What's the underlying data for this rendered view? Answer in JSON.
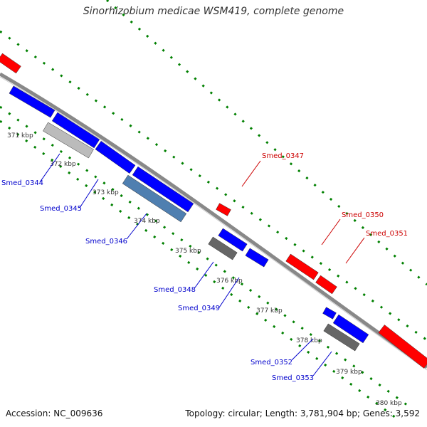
{
  "title": "Sinorhizobium medicae WSM419, complete genome",
  "footer": {
    "accession": "Accession: NC_009636",
    "topology": "Topology: circular; Length: 3,781,904 bp; Genes: 3,592"
  },
  "colors": {
    "forward": "#ff0000",
    "reverse": "#0000ff",
    "backbone": "#888888",
    "dots": "#008000",
    "label_forward": "#cc0000",
    "label_reverse": "#0000cc"
  },
  "ticks": [
    {
      "label": "371 kbp"
    },
    {
      "label": "372 kbp"
    },
    {
      "label": "373 kbp"
    },
    {
      "label": "374 kbp"
    },
    {
      "label": "375 kbp"
    },
    {
      "label": "376 kbp"
    },
    {
      "label": "377 kbp"
    },
    {
      "label": "378 kbp"
    },
    {
      "label": "379 kbp"
    },
    {
      "label": "380 kbp"
    }
  ],
  "gene_labels": [
    {
      "name": "Smed_0344",
      "strand": "reverse"
    },
    {
      "name": "Smed_0345",
      "strand": "reverse"
    },
    {
      "name": "Smed_0346",
      "strand": "reverse"
    },
    {
      "name": "Smed_0347",
      "strand": "forward"
    },
    {
      "name": "Smed_0348",
      "strand": "reverse"
    },
    {
      "name": "Smed_0349",
      "strand": "reverse"
    },
    {
      "name": "Smed_0350",
      "strand": "forward"
    },
    {
      "name": "Smed_0351",
      "strand": "forward"
    },
    {
      "name": "Smed_0352",
      "strand": "reverse"
    },
    {
      "name": "Smed_0353",
      "strand": "reverse"
    }
  ]
}
